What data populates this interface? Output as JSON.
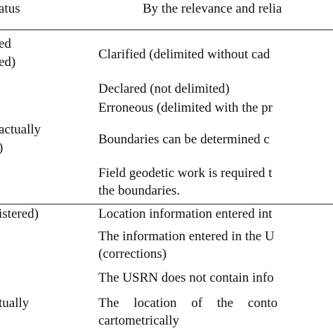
{
  "table": {
    "header": {
      "status": "atus",
      "relevance": "By the relevance and relia"
    },
    "section1": {
      "status_lines": [
        "ed",
        "ed)",
        "actually",
        ")"
      ],
      "rows": [
        "Clarified (delimited without cad",
        "Declared (not delimited)",
        "Erroneous (delimited with the pr",
        "Boundaries can be determined c",
        "Field geodetic work is required t",
        "the boundaries."
      ]
    },
    "section2": {
      "status_lines": [
        "istered)",
        "tually"
      ],
      "rows": [
        "Location information entered int",
        "The information entered in the U",
        "(corrections)",
        "The USRN does not contain info",
        "The location of the conto",
        "cartometrically"
      ]
    }
  }
}
